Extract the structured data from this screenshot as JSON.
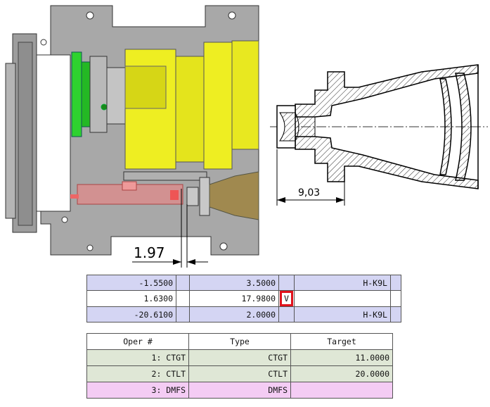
{
  "drawing": {
    "dimension_left": "1.97",
    "dimension_right": "9,03"
  },
  "lens_table": {
    "rows": [
      {
        "c1": "-1.5500",
        "c3": "3.5000",
        "c4": "",
        "c5": "H-K9L"
      },
      {
        "c1": "1.6300",
        "c3": "17.9800",
        "c4": "V",
        "c5": ""
      },
      {
        "c1": "-20.6100",
        "c3": "2.0000",
        "c4": "",
        "c5": "H-K9L"
      }
    ]
  },
  "ops_table": {
    "headers": [
      "Oper #",
      "Type",
      "Target"
    ],
    "rows": [
      {
        "oper": "1: CTGT",
        "type": "CTGT",
        "target": "11.0000"
      },
      {
        "oper": "2: CTLT",
        "type": "CTLT",
        "target": "20.0000"
      },
      {
        "oper": "3: DMFS",
        "type": "DMFS",
        "target": ""
      }
    ]
  },
  "colors": {
    "plate": "#a8a8a8",
    "yellow_body": "#eeee22",
    "green_part": "#2fd22f",
    "red_part": "#e08a8a",
    "bronze_part": "#a0894f",
    "solve_highlight": "#e0121c"
  }
}
